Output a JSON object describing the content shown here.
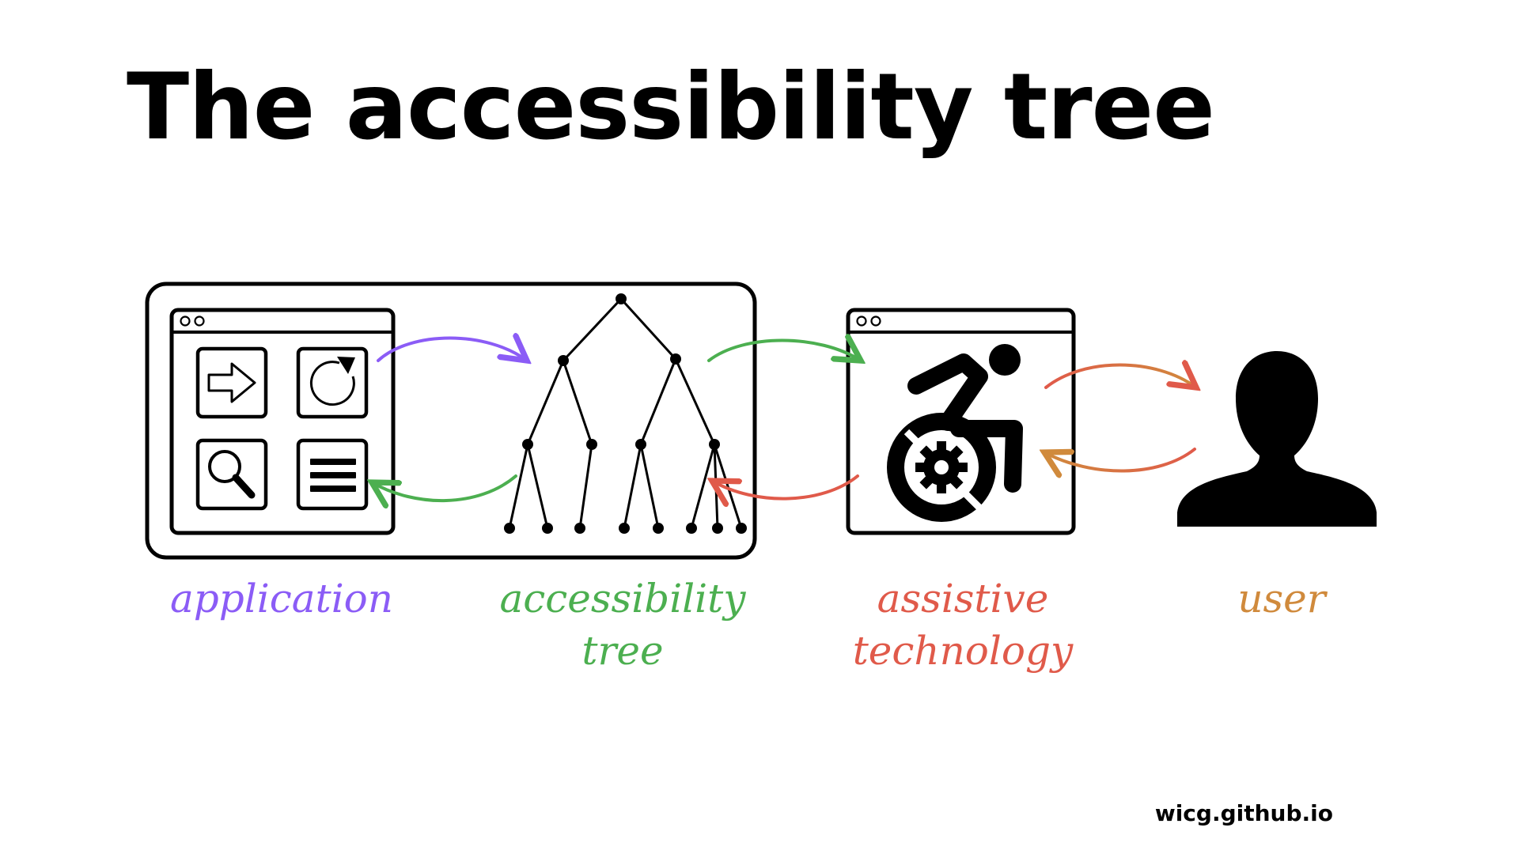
{
  "title": "The accessibility tree",
  "labels": {
    "application": "application",
    "accessibility_tree_line1": "accessibility",
    "accessibility_tree_line2": "tree",
    "assistive_technology_line1": "assistive",
    "assistive_technology_line2": "technology",
    "user": "user"
  },
  "footer": "wicg.github.io",
  "colors": {
    "application": "#8b5cf6",
    "accessibility_tree": "#4caf50",
    "assistive_technology": "#e05a4a",
    "user": "#d08a3c",
    "outline": "#000000"
  },
  "icons": {
    "app_tiles": [
      "arrow-right-icon",
      "refresh-icon",
      "search-icon",
      "menu-icon"
    ],
    "assistive": "wheelchair-icon",
    "user": "person-icon"
  }
}
